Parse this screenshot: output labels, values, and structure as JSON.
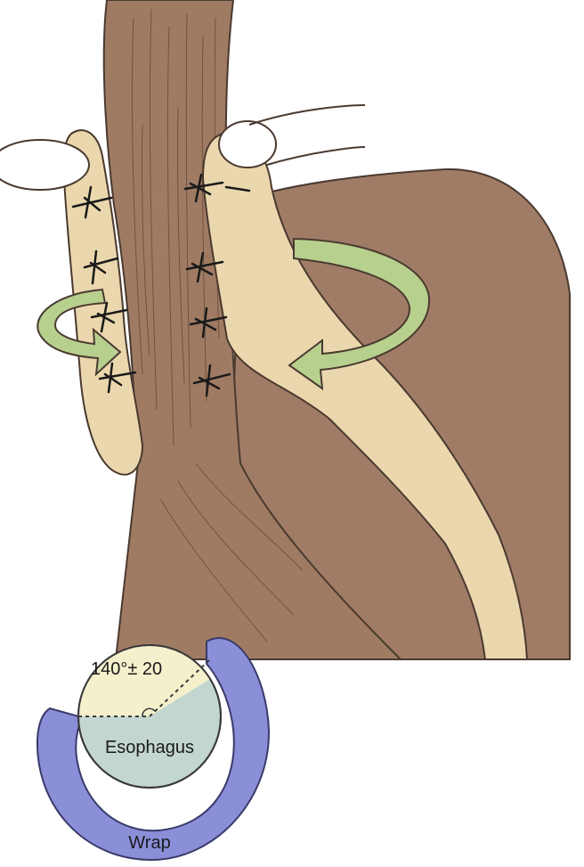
{
  "labels": {
    "angle": "140°± 20",
    "esophagus": "Esophagus",
    "wrap": "Wrap"
  },
  "colors": {
    "esophagus_tissue": "#a07b63",
    "stomach": "#a07c66",
    "fundus_wrap": "#ead7ad",
    "rotation_arrow": "#b8d08e",
    "wrap_ring": "#8a8fd8",
    "cross_section_upper": "#f4f0cc",
    "cross_section_lower": "#c3d6d0",
    "outline": "#4a3a30"
  },
  "icons": [
    "rotation-arrow-left-icon",
    "rotation-arrow-right-icon",
    "suture-icon"
  ]
}
